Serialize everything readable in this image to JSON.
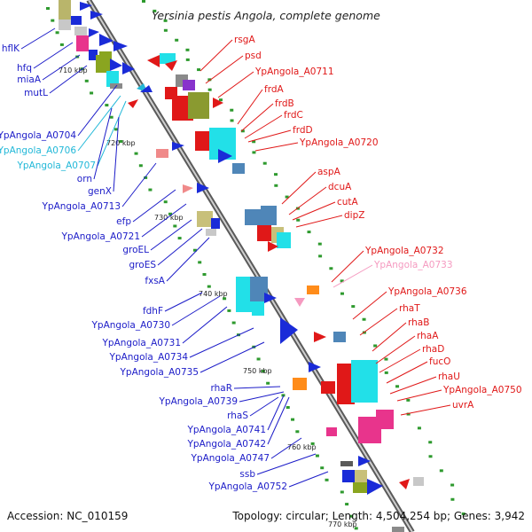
{
  "title": "Yersinia pestis Angola, complete genome",
  "footer": {
    "accession": "Accession: NC_010159",
    "summary": "Topology: circular; Length: 4,504,254 bp; Genes: 3,942"
  },
  "ticks": [
    "710 kbp",
    "720 kbp",
    "730 kbp",
    "740 kbp",
    "750 kbp",
    "760 kbp",
    "770 kbp"
  ],
  "left_labels": [
    {
      "text": "hflK",
      "color": "#1c1cc8"
    },
    {
      "text": "hfq",
      "color": "#1c1cc8"
    },
    {
      "text": "miaA",
      "color": "#1c1cc8"
    },
    {
      "text": "mutL",
      "color": "#1c1cc8"
    },
    {
      "text": "YpAngola_A0704",
      "color": "#1c1cc8"
    },
    {
      "text": "YpAngola_A0706",
      "color": "#22b8d8"
    },
    {
      "text": "YpAngola_A0707",
      "color": "#22b8d8"
    },
    {
      "text": "orn",
      "color": "#1c1cc8"
    },
    {
      "text": "genX",
      "color": "#1c1cc8"
    },
    {
      "text": "YpAngola_A0713",
      "color": "#1c1cc8"
    },
    {
      "text": "efp",
      "color": "#1c1cc8"
    },
    {
      "text": "YpAngola_A0721",
      "color": "#1c1cc8"
    },
    {
      "text": "groEL",
      "color": "#1c1cc8"
    },
    {
      "text": "groES",
      "color": "#1c1cc8"
    },
    {
      "text": "fxsA",
      "color": "#1c1cc8"
    },
    {
      "text": "fdhF",
      "color": "#1c1cc8"
    },
    {
      "text": "YpAngola_A0730",
      "color": "#1c1cc8"
    },
    {
      "text": "YpAngola_A0731",
      "color": "#1c1cc8"
    },
    {
      "text": "YpAngola_A0734",
      "color": "#1c1cc8"
    },
    {
      "text": "YpAngola_A0735",
      "color": "#1c1cc8"
    },
    {
      "text": "rhaR",
      "color": "#1c1cc8"
    },
    {
      "text": "YpAngola_A0739",
      "color": "#1c1cc8"
    },
    {
      "text": "rhaS",
      "color": "#1c1cc8"
    },
    {
      "text": "YpAngola_A0741",
      "color": "#1c1cc8"
    },
    {
      "text": "YpAngola_A0742",
      "color": "#1c1cc8"
    },
    {
      "text": "YpAngola_A0747",
      "color": "#1c1cc8"
    },
    {
      "text": "ssb",
      "color": "#1c1cc8"
    },
    {
      "text": "YpAngola_A0752",
      "color": "#1c1cc8"
    }
  ],
  "right_labels": [
    {
      "text": "rsgA",
      "color": "#e01818"
    },
    {
      "text": "psd",
      "color": "#e01818"
    },
    {
      "text": "YpAngola_A0711",
      "color": "#e01818"
    },
    {
      "text": "frdA",
      "color": "#e01818"
    },
    {
      "text": "frdB",
      "color": "#e01818"
    },
    {
      "text": "frdC",
      "color": "#e01818"
    },
    {
      "text": "frdD",
      "color": "#e01818"
    },
    {
      "text": "YpAngola_A0720",
      "color": "#e01818"
    },
    {
      "text": "aspA",
      "color": "#e01818"
    },
    {
      "text": "dcuA",
      "color": "#e01818"
    },
    {
      "text": "cutA",
      "color": "#e01818"
    },
    {
      "text": "dipZ",
      "color": "#e01818"
    },
    {
      "text": "YpAngola_A0732",
      "color": "#e01818"
    },
    {
      "text": "YpAngola_A0733",
      "color": "#f59ac0"
    },
    {
      "text": "YpAngola_A0736",
      "color": "#e01818"
    },
    {
      "text": "rhaT",
      "color": "#e01818"
    },
    {
      "text": "rhaB",
      "color": "#e01818"
    },
    {
      "text": "rhaA",
      "color": "#e01818"
    },
    {
      "text": "rhaD",
      "color": "#e01818"
    },
    {
      "text": "fucO",
      "color": "#e01818"
    },
    {
      "text": "rhaU",
      "color": "#e01818"
    },
    {
      "text": "YpAngola_A0750",
      "color": "#e01818"
    },
    {
      "text": "uvrA",
      "color": "#e01818"
    }
  ]
}
